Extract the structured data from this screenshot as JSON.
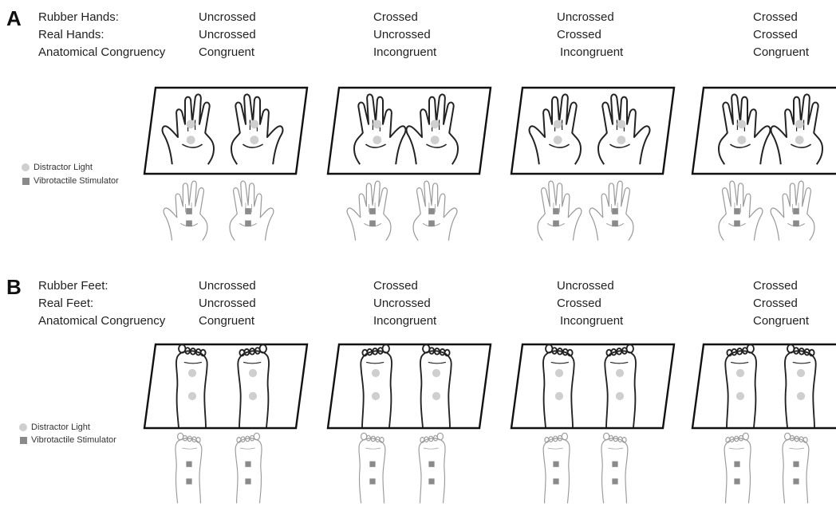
{
  "panels": [
    {
      "letter": "A",
      "row_labels": [
        "Rubber Hands:",
        "Real Hands:",
        "Anatomical Congruency"
      ],
      "limb": "hands",
      "conditions": [
        {
          "rubber": "Uncrossed",
          "real": "Uncrossed",
          "congruency": "Congruent"
        },
        {
          "rubber": "Crossed",
          "real": "Uncrossed",
          "congruency": "Incongruent"
        },
        {
          "rubber": "Uncrossed",
          "real": "Crossed",
          "congruency": "Incongruent"
        },
        {
          "rubber": "Crossed",
          "real": "Crossed",
          "congruency": "Congruent"
        }
      ],
      "legend": {
        "light": "Distractor Light",
        "stimulator": "Vibrotactile Stimulator"
      }
    },
    {
      "letter": "B",
      "row_labels": [
        "Rubber Feet:",
        "Real Feet:",
        "Anatomical Congruency"
      ],
      "limb": "feet",
      "conditions": [
        {
          "rubber": "Uncrossed",
          "real": "Uncrossed",
          "congruency": "Congruent"
        },
        {
          "rubber": "Crossed",
          "real": "Uncrossed",
          "congruency": "Incongruent"
        },
        {
          "rubber": "Uncrossed",
          "real": "Crossed",
          "congruency": "Incongruent"
        },
        {
          "rubber": "Crossed",
          "real": "Crossed",
          "congruency": "Congruent"
        }
      ],
      "legend": {
        "light": "Distractor Light",
        "stimulator": "Vibrotactile Stimulator"
      }
    }
  ],
  "colors": {
    "light_marker": "#cfcfcf",
    "stimulator_marker": "#8a8a8a",
    "rubber_line": "#222222",
    "real_line": "#9a9a9a"
  }
}
